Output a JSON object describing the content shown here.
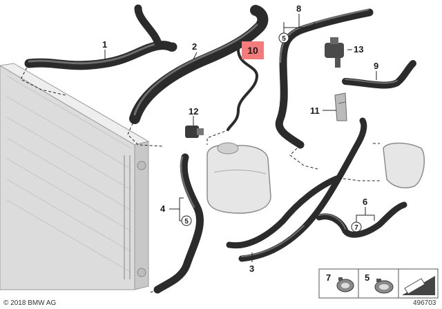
{
  "callouts": {
    "c1": "1",
    "c2": "2",
    "c3": "3",
    "c4": "4",
    "c5a": "5",
    "c5b": "5",
    "c6": "6",
    "c7": "7",
    "c8": "8",
    "c9": "9",
    "c10": "10",
    "c11": "11",
    "c12": "12",
    "c13": "13"
  },
  "legend": {
    "item7": "7",
    "item5": "5"
  },
  "footer": {
    "copyright": "© 2018 BMW AG",
    "diagram_number": "496703"
  },
  "colors": {
    "highlight": "#f47b7b",
    "hose": "#2b2b2b",
    "radiator": "#d8d8d8"
  }
}
